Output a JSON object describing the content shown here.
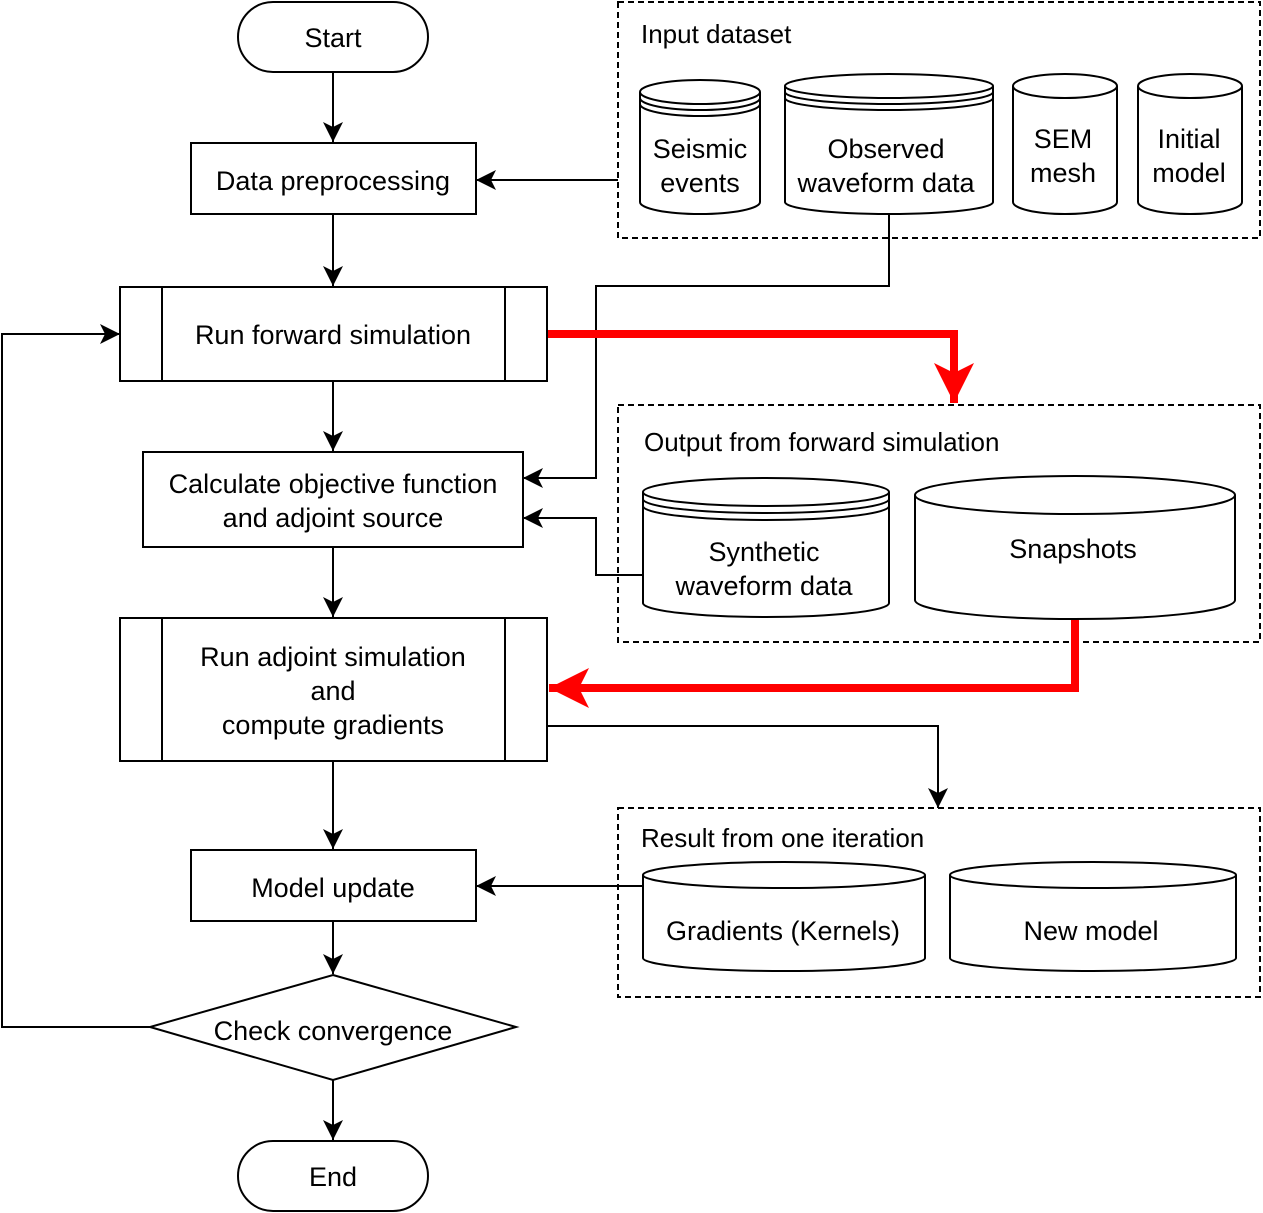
{
  "flow": {
    "start": "Start",
    "preprocessing": "Data preprocessing",
    "forward": "Run forward simulation",
    "objective": [
      "Calculate objective function",
      "and adjoint source"
    ],
    "adjoint": [
      "Run adjoint simulation",
      "and",
      "compute gradients"
    ],
    "update": "Model update",
    "convergence": "Check convergence",
    "end": "End"
  },
  "groups": {
    "input": {
      "title": "Input dataset",
      "items": [
        [
          "Seismic",
          "events"
        ],
        [
          "Observed",
          "waveform data"
        ],
        [
          "SEM",
          "mesh"
        ],
        [
          "Initial",
          "model"
        ]
      ]
    },
    "output": {
      "title": "Output from forward simulation",
      "items": [
        [
          "Synthetic",
          "waveform data"
        ],
        [
          "Snapshots"
        ]
      ]
    },
    "result": {
      "title": "Result from one iteration",
      "items": [
        [
          "Gradients (Kernels)"
        ],
        [
          "New model"
        ]
      ]
    }
  },
  "colors": {
    "stroke": "#000000",
    "highlight": "#ff0000",
    "background": "#ffffff"
  }
}
